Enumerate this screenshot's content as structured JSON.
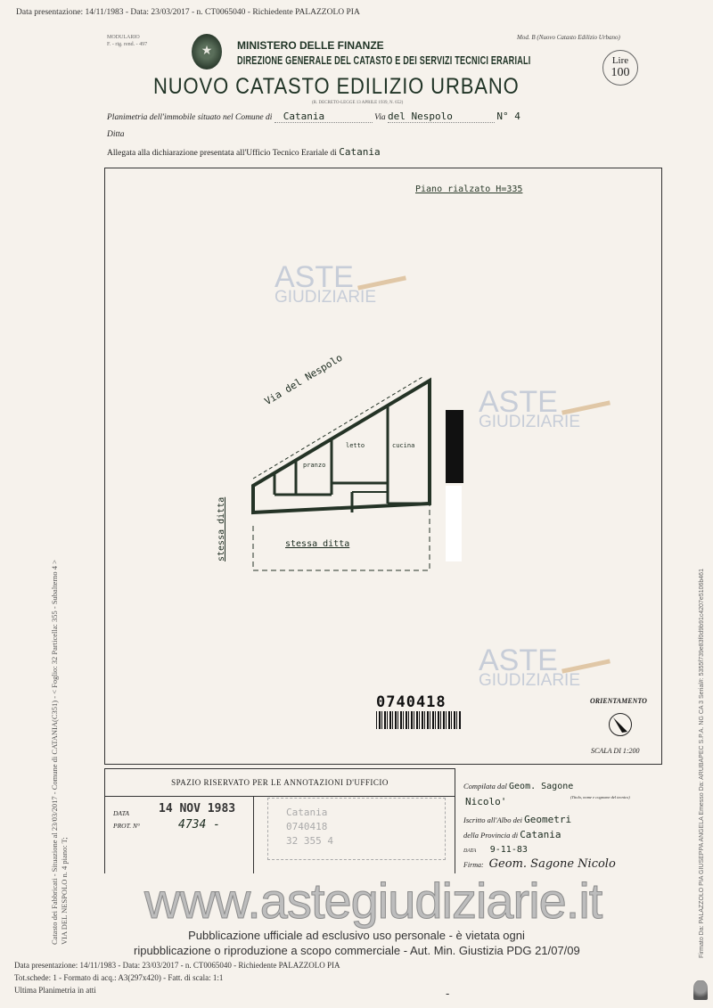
{
  "top_line": "Data presentazione: 14/11/1983 - Data: 23/03/2017 - n. CT0065040 - Richiedente PALAZZOLO PIA",
  "header": {
    "modulario": "MODULARIO",
    "modulario_num": "F. - rig. rend. - 497",
    "ministero": "MINISTERO DELLE FINANZE",
    "direzione": "DIREZIONE GENERALE DEL CATASTO E DEI SERVIZI TECNICI ERARIALI",
    "title": "NUOVO CATASTO EDILIZIO URBANO",
    "legge": "(R. DECRETO-LEGGE 13 APRILE 1939, N. 652)",
    "mod": "Mod. B (Nuovo Catasto Edilizio Urbano)",
    "lire_label": "Lire",
    "lire_value": "100"
  },
  "form": {
    "planimetria_label": "Planimetria dell'immobile situato nel Comune di",
    "comune": "Catania",
    "via_label": "Via",
    "via": "del Nespolo",
    "numero": "N° 4",
    "ditta_label": "Ditta",
    "allegata_label": "Allegata alla dichiarazione presentata all'Ufficio Tecnico Erariale di",
    "ufficio": "Catania"
  },
  "plan": {
    "floor_title": "Piano rialzato H=335",
    "street": "Via del Nespolo",
    "rooms": [
      "letto",
      "cucina",
      "pranzo"
    ],
    "side_left": "stessa ditta",
    "side_bottom": "stessa ditta",
    "barcode": "0740418",
    "orientamento": "ORIENTAMENTO",
    "scala": "SCALA DI 1:200"
  },
  "office": {
    "header": "SPAZIO RISERVATO PER LE ANNOTAZIONI D'UFFICIO",
    "data_label": "DATA",
    "data_value": "14 NOV 1983",
    "prot_label": "PROT. N°",
    "prot_value": "4734 -",
    "stamp_lines": [
      "Catania",
      "0740418",
      "32 355 4"
    ]
  },
  "compiler": {
    "compilata_label": "Compilata dal",
    "compilata_value": "Geom. Sagone",
    "titolo_note": "(Titolo, nome e cognome del tecnico)",
    "nome": "Nicolo'",
    "iscritto_label": "Iscritto all'Albo dei",
    "iscritto_value": "Geometri",
    "provincia_label": "della Provincia di",
    "provincia_value": "Catania",
    "data_label": "DATA",
    "data_value": "9-11-83",
    "firma_label": "Firma:",
    "firma_value": "Geom. Sagone Nicolo"
  },
  "watermarks": {
    "aste": "ASTE",
    "giudiziarie": "GIUDIZIARIE",
    "site": "www.astegiudiziarie.it"
  },
  "side_left": [
    "Catasto dei Fabbricati - Situazione al 23/03/2017 - Comune di CATANIA(C351) - < Foglio: 32 Particella: 355 - Subalterno 4 >",
    "VIA DEL NESPOLO n. 4 piano: T;"
  ],
  "side_right": "Firmato Da: PALAZZOLO PIA GIUSEPPA ANGELA Emesso Da: ARUBAPEC S.P.A. NG CA 3 Serial#: 5355f739e83f0d9b91c4207e5106b461",
  "footer": {
    "line1": "Data presentazione: 14/11/1983 - Data: 23/03/2017 - n. CT0065040 - Richiedente PALAZZOLO PIA",
    "line2": "Tot.schede: 1 - Formato di acq.: A3(297x420) - Fatt. di scala: 1:1",
    "line3": "Ultima Planimetria in atti",
    "pub1": "Pubblicazione ufficiale ad esclusivo uso personale - è vietata ogni",
    "pub2": "ripubblicazione o riproduzione a scopo commerciale - Aut. Min. Giustizia PDG 21/07/09",
    "dash": "-"
  }
}
